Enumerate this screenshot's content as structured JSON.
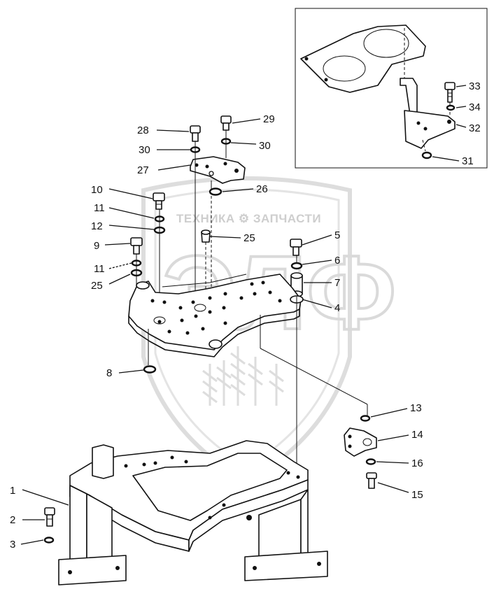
{
  "watermark": {
    "tagline": "ТЕХНИКА ⚙ ЗАПЧАСТИ",
    "monogram": "ЭЛФ"
  },
  "callouts": [
    "1",
    "2",
    "3",
    "4",
    "5",
    "6",
    "7",
    "8",
    "9",
    "10",
    "11",
    "11",
    "12",
    "13",
    "14",
    "15",
    "16",
    "25",
    "25",
    "26",
    "27",
    "28",
    "29",
    "30",
    "30",
    "31",
    "32",
    "33",
    "34"
  ],
  "colors": {
    "ink": "#111111",
    "watermark": "#d0d0d0",
    "paper": "#ffffff"
  }
}
